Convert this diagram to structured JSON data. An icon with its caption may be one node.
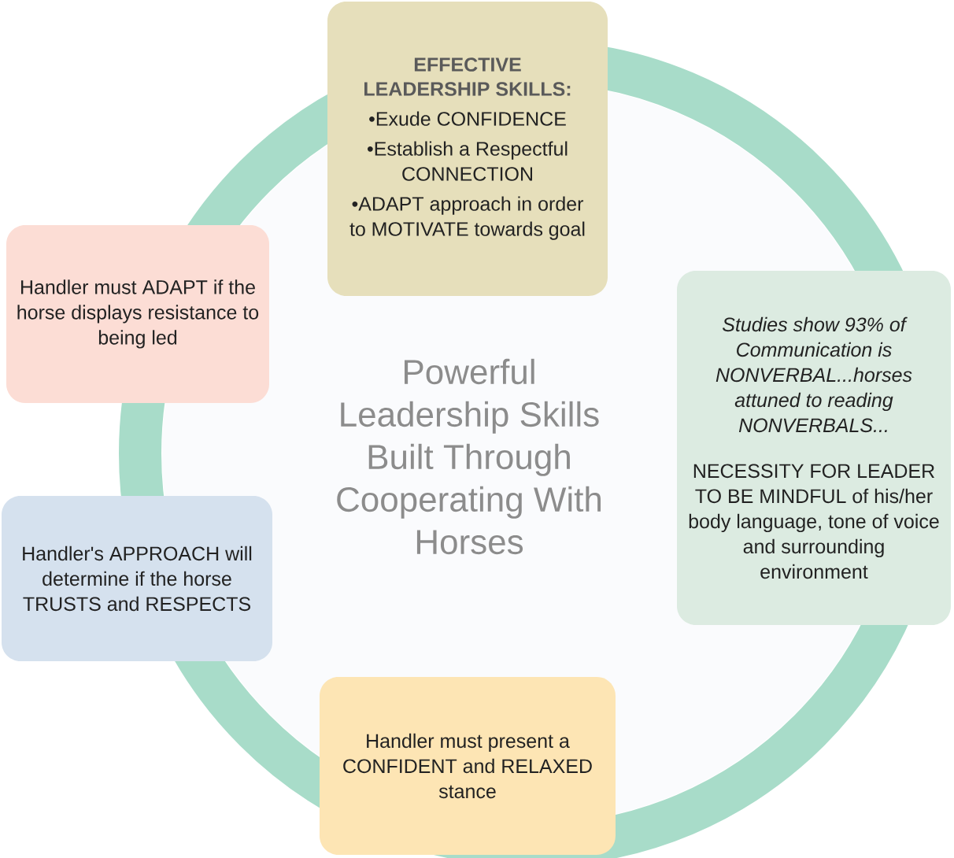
{
  "diagram": {
    "nodes": [
      {
        "text": [
          "Powerful Leadership Skills Built Through Cooperating With Horses"
        ]
      },
      {
        "text": [
          "EFFECTIVE LEADERSHIP SKILLS:",
          "•Exude CONFIDENCE",
          "•Establish a Respectful CONNECTION",
          "•ADAPT approach in order to MOTIVATE towards goal"
        ]
      },
      {
        "text": [
          "Studies show 93% of Communication is NONVERBAL...horses attuned to reading NONVERBALS...",
          "NECESSITY FOR LEADER TO BE MINDFUL of his/her body language, tone of voice and surrounding environment"
        ]
      },
      {
        "text": [
          "Handler must present a CONFIDENT and RELAXED stance"
        ]
      },
      {
        "text": [
          "Handler's APPROACH will determine if the horse TRUSTS and RESPECTS"
        ]
      },
      {
        "text": [
          "Handler must ADAPT if the horse displays resistance to being led"
        ]
      }
    ]
  }
}
